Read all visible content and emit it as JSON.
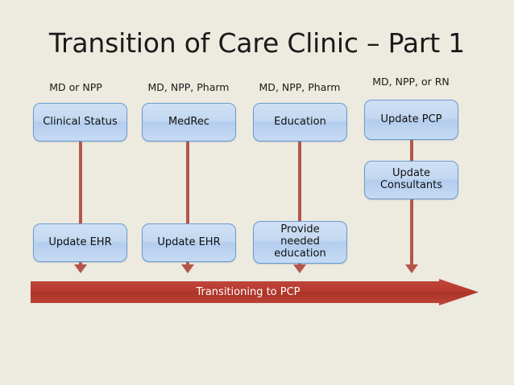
{
  "slide": {
    "title": "Transition of Care Clinic – Part 1",
    "background_color": "#edeae0",
    "accent_red": "#b4564b",
    "box_blue": "#c3d8f1",
    "box_border": "#6a9bd1"
  },
  "columns": [
    {
      "role_label": "MD or NPP",
      "step1": "Clinical Status",
      "step2": "Update EHR"
    },
    {
      "role_label": "MD, NPP, Pharm",
      "step1": "MedRec",
      "step2": "Update EHR"
    },
    {
      "role_label": "MD, NPP, Pharm",
      "step1": "Education",
      "step2_lines": [
        "Provide",
        "needed",
        "education"
      ]
    },
    {
      "role_label": "MD, NPP, or RN",
      "step1": "Update PCP",
      "step_mid_lines": [
        "Update",
        "Consultants"
      ]
    }
  ],
  "banner": {
    "label": "Transitioning to PCP"
  }
}
